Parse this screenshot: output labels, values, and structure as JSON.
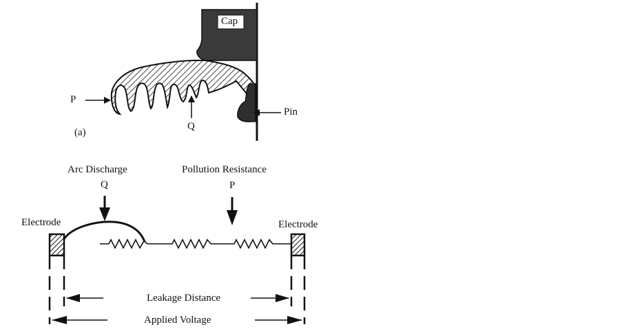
{
  "insulator": {
    "cap_label": "Cap",
    "pin_label": "Pin",
    "p_label": "P",
    "q_label": "Q",
    "panel_label": "(a)"
  },
  "circuit": {
    "arc_discharge_label": "Arc Discharge",
    "arc_q_label": "Q",
    "pollution_resistance_label": "Pollution Resistance",
    "pollution_p_label": "P",
    "electrode_left_label": "Electrode",
    "electrode_right_label": "Electrode",
    "leakage_distance_label": "Leakage Distance",
    "applied_voltage_label": "Applied Voltage"
  },
  "colors": {
    "ink": "#111111",
    "cap_fill": "#3a3a3a"
  }
}
